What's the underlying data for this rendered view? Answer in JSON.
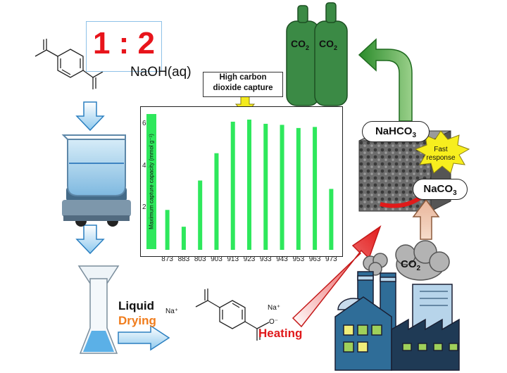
{
  "ratio": "1 : 2",
  "reagent": "NaOH(aq)",
  "callout": {
    "line1": "High carbon",
    "line2": "dioxide capture"
  },
  "chart_data": {
    "type": "bar",
    "categories": [
      "873",
      "883",
      "803",
      "903",
      "913",
      "923",
      "933",
      "943",
      "953",
      "963",
      "973"
    ],
    "values": [
      1.9,
      1.1,
      3.3,
      4.6,
      6.1,
      6.2,
      6.0,
      5.95,
      5.8,
      5.85,
      2.9
    ],
    "ylabel": "Maximum capture capacity (mmol g⁻¹)",
    "yticks": [
      2,
      4,
      6
    ],
    "ylim": [
      0,
      6.6
    ],
    "bar_color": "#2ee85c"
  },
  "process": {
    "liquid": "Liquid",
    "drying": "Drying",
    "heating": "Heating"
  },
  "ions": {
    "na1": "Na⁺",
    "na2": "Na⁺",
    "o_minus": "O⁻"
  },
  "cylinders": [
    {
      "formula": "CO",
      "sub": "2"
    },
    {
      "formula": "CO",
      "sub": "2"
    }
  ],
  "cycle": {
    "bicarbonate": {
      "formula": "NaHCO",
      "sub": "3"
    },
    "carbonate": {
      "formula": "NaCO",
      "sub": "3"
    },
    "burst": {
      "line1": "Fast",
      "line2": "response"
    }
  },
  "cloud": {
    "formula": "CO",
    "sub": "2"
  },
  "colors": {
    "red": "#e8141b",
    "green_bar": "#2ee85c",
    "cylinder": "#2e7d3c",
    "orange": "#f07c1c"
  }
}
